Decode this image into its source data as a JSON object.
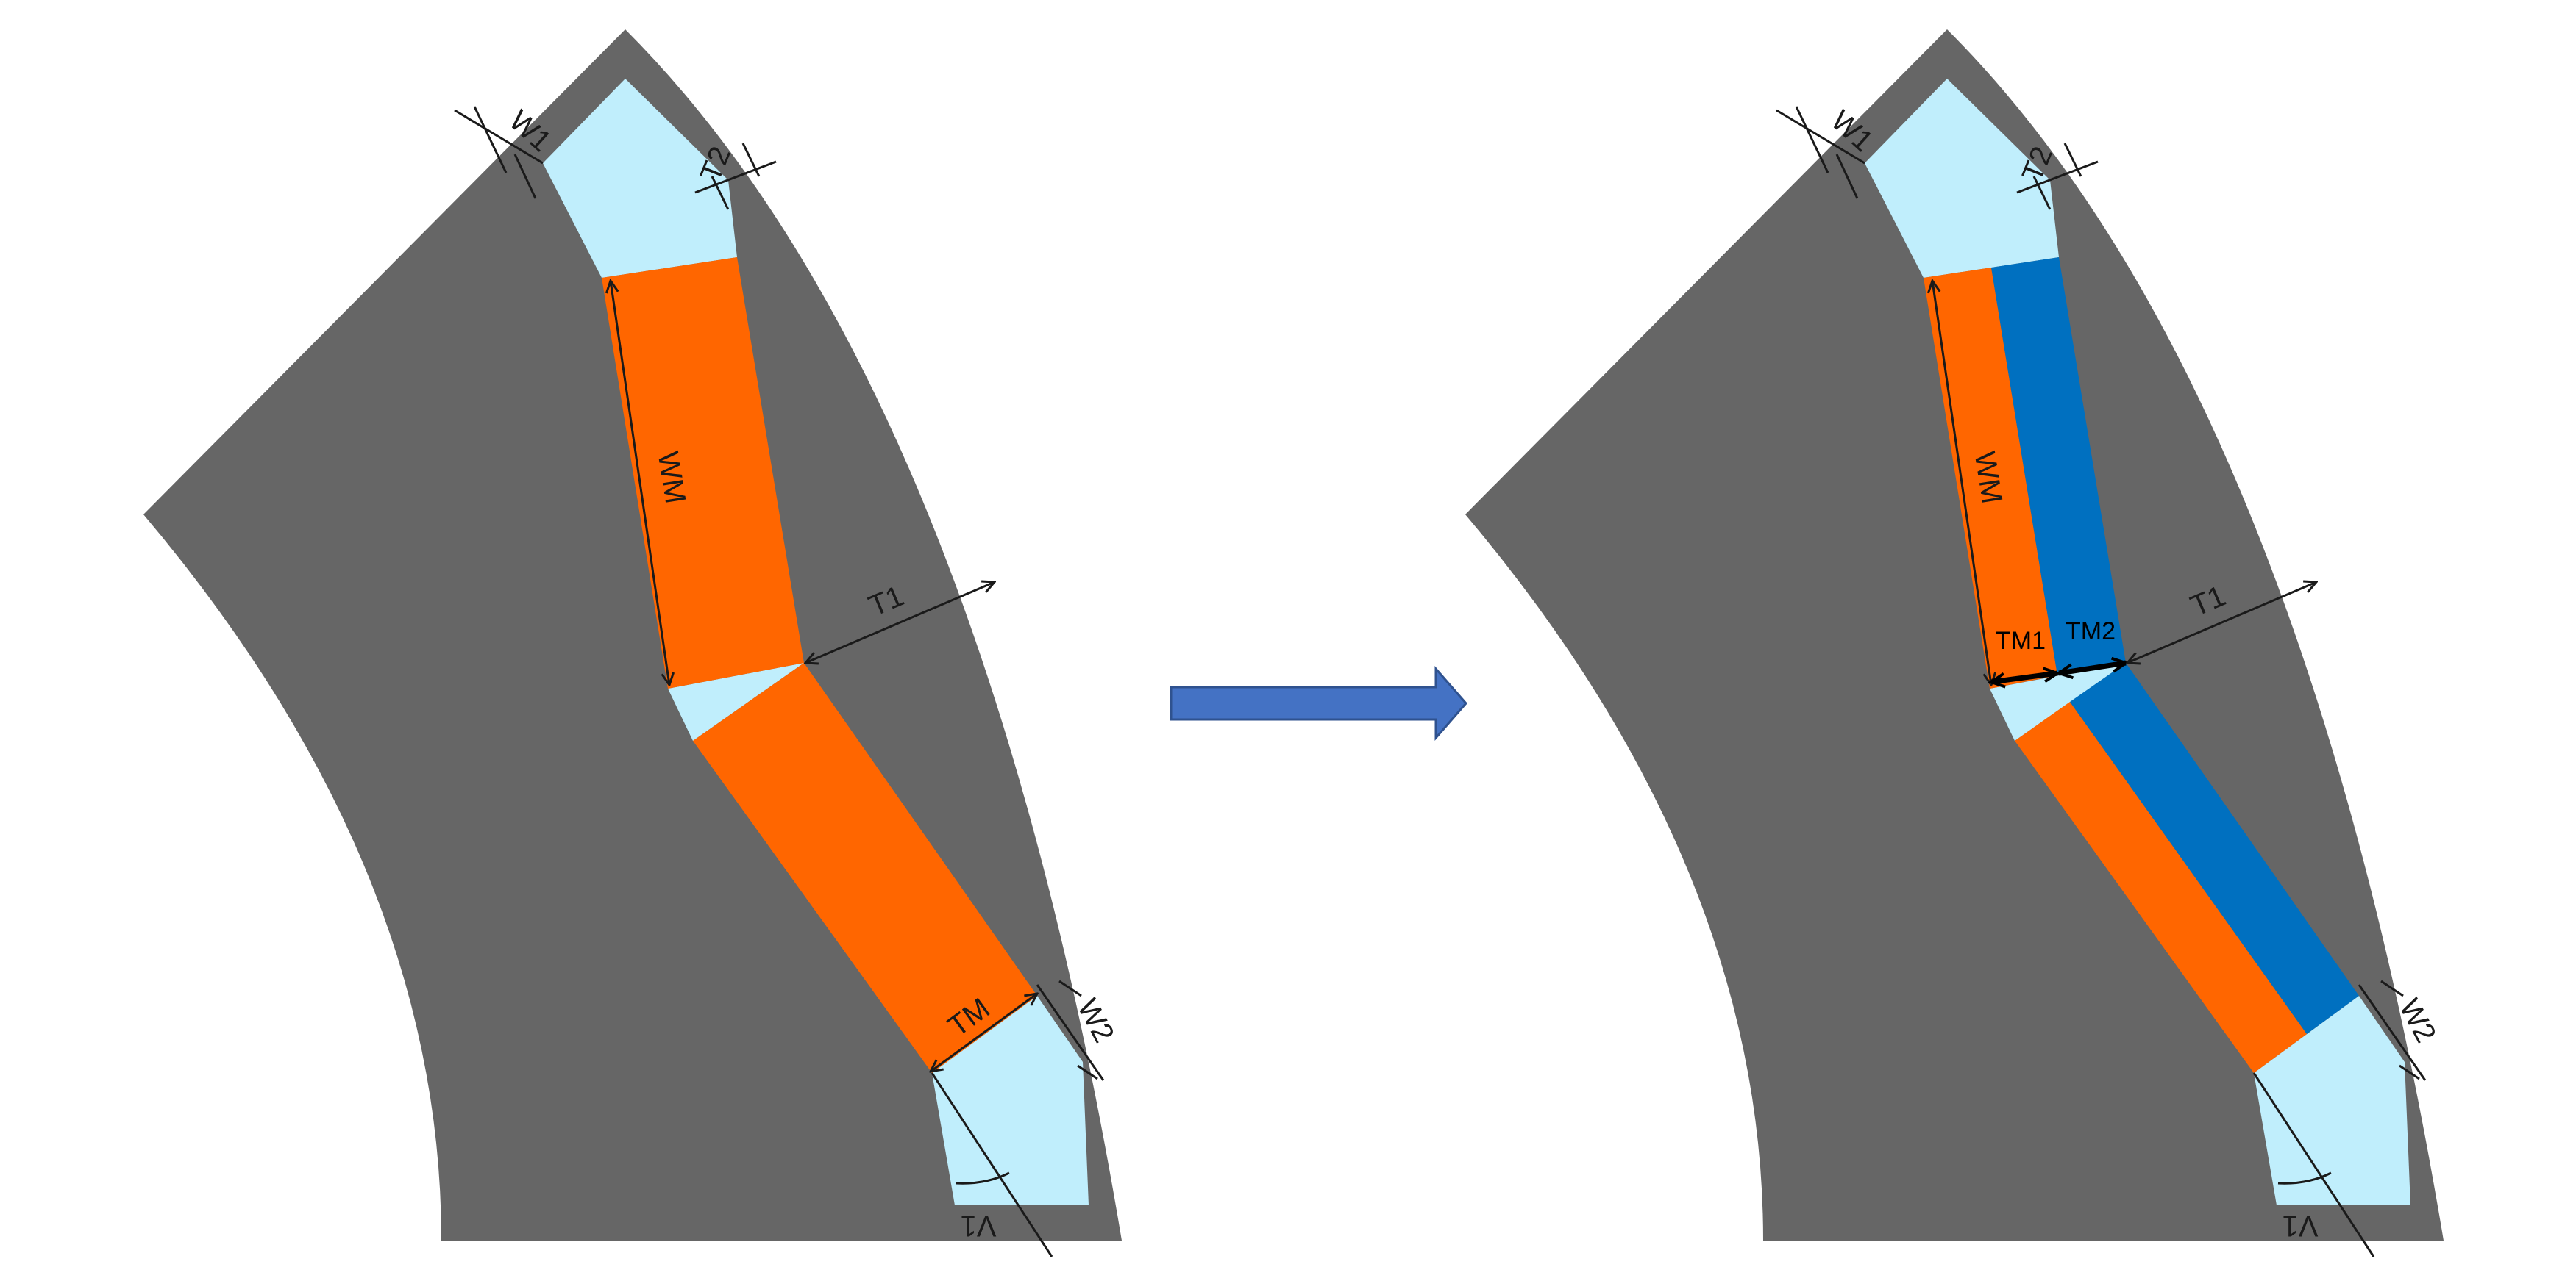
{
  "colors": {
    "background": "#ffffff",
    "core": "#666666",
    "pocket": "#c0eefc",
    "magnet_a": "#ff6600",
    "magnet_b": "#0070c0",
    "arrow": "#4472c4",
    "dimension": "#1a1a1a"
  },
  "left_diagram": {
    "labels": {
      "w1": "W1",
      "t2": "T2",
      "wm": "WM",
      "t1": "T1",
      "tm": "TM",
      "w2": "W2",
      "v1": "V1"
    }
  },
  "right_diagram": {
    "labels": {
      "w1": "W1",
      "t2": "T2",
      "wm": "WM",
      "t1": "T1",
      "tm1": "TM1",
      "tm2": "TM2",
      "w2": "W2",
      "v1": "V1"
    }
  },
  "transition_arrow": {
    "icon": "right-arrow-icon"
  }
}
